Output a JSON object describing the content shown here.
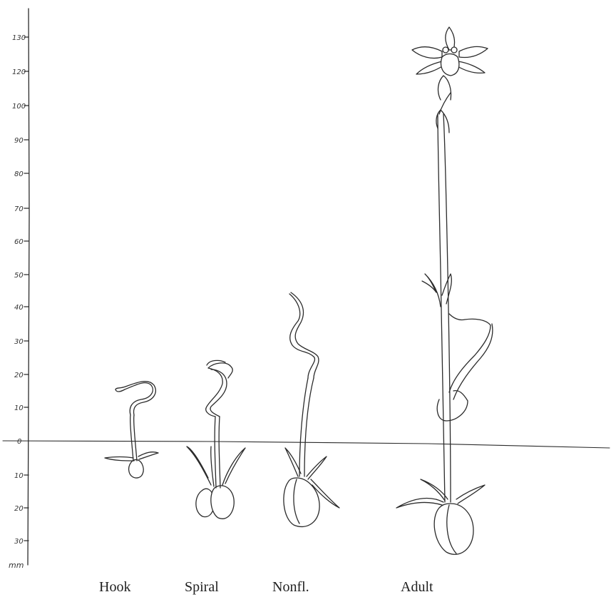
{
  "axis": {
    "unit": "mm",
    "ticks": [
      "130",
      "120",
      "100",
      "90",
      "80",
      "70",
      "60",
      "50",
      "40",
      "30",
      "20",
      "10",
      "0",
      "10",
      "20",
      "30"
    ]
  },
  "stages": [
    {
      "label": "Hook"
    },
    {
      "label": "Spiral"
    },
    {
      "label": "Nonfl."
    },
    {
      "label": "Adult"
    }
  ]
}
